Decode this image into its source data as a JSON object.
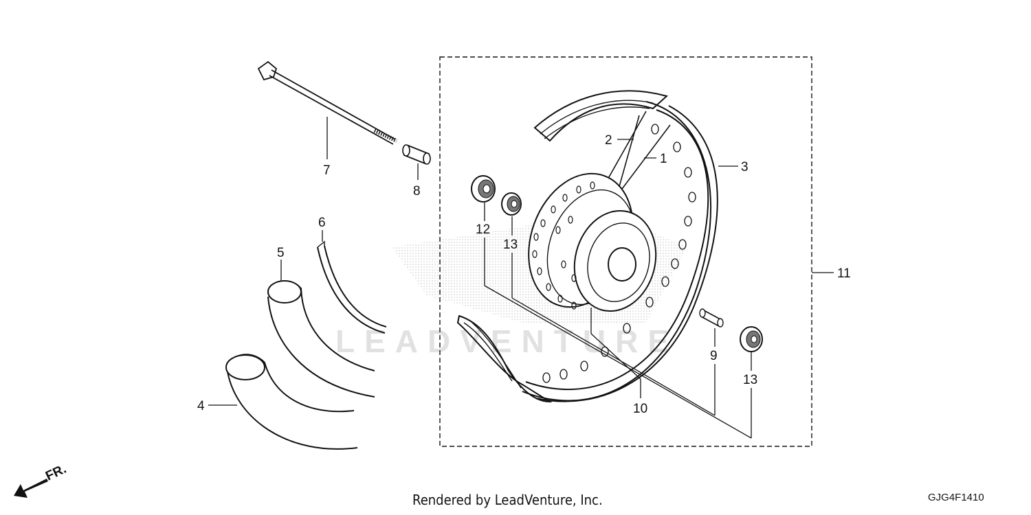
{
  "diagram": {
    "callouts": {
      "c1": "1",
      "c2": "2",
      "c3": "3",
      "c4": "4",
      "c5": "5",
      "c6": "6",
      "c7": "7",
      "c8": "8",
      "c9": "9",
      "c10": "10",
      "c11": "11",
      "c12": "12",
      "c13a": "13",
      "c13b": "13"
    },
    "front_marker": "FR.",
    "watermark": "LEADVENTURE",
    "diagram_code": "GJG4F1410"
  },
  "footer": {
    "credit": "Rendered by LeadVenture, Inc."
  }
}
